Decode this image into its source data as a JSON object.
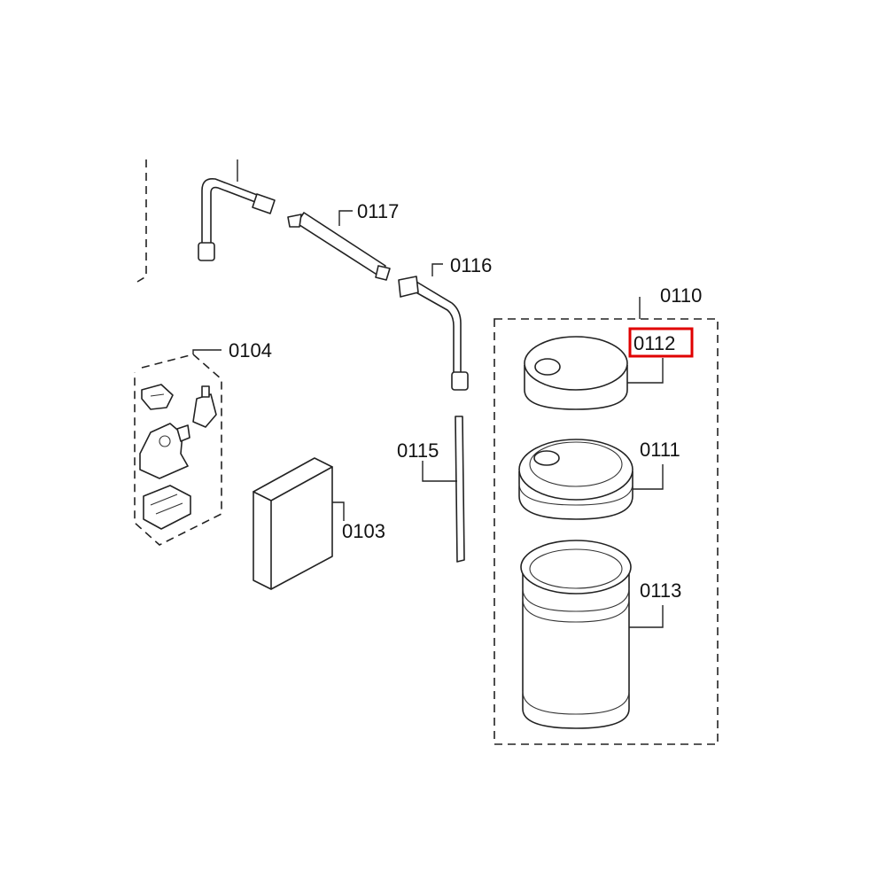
{
  "labels": {
    "p0104": "0104",
    "p0103": "0103",
    "p0117": "0117",
    "p0116": "0116",
    "p0115": "0115",
    "p0110": "0110",
    "p0112": "0112",
    "p0111": "0111",
    "p0113": "0113"
  },
  "highlight": {
    "part": "0112",
    "color": "#e00000"
  }
}
